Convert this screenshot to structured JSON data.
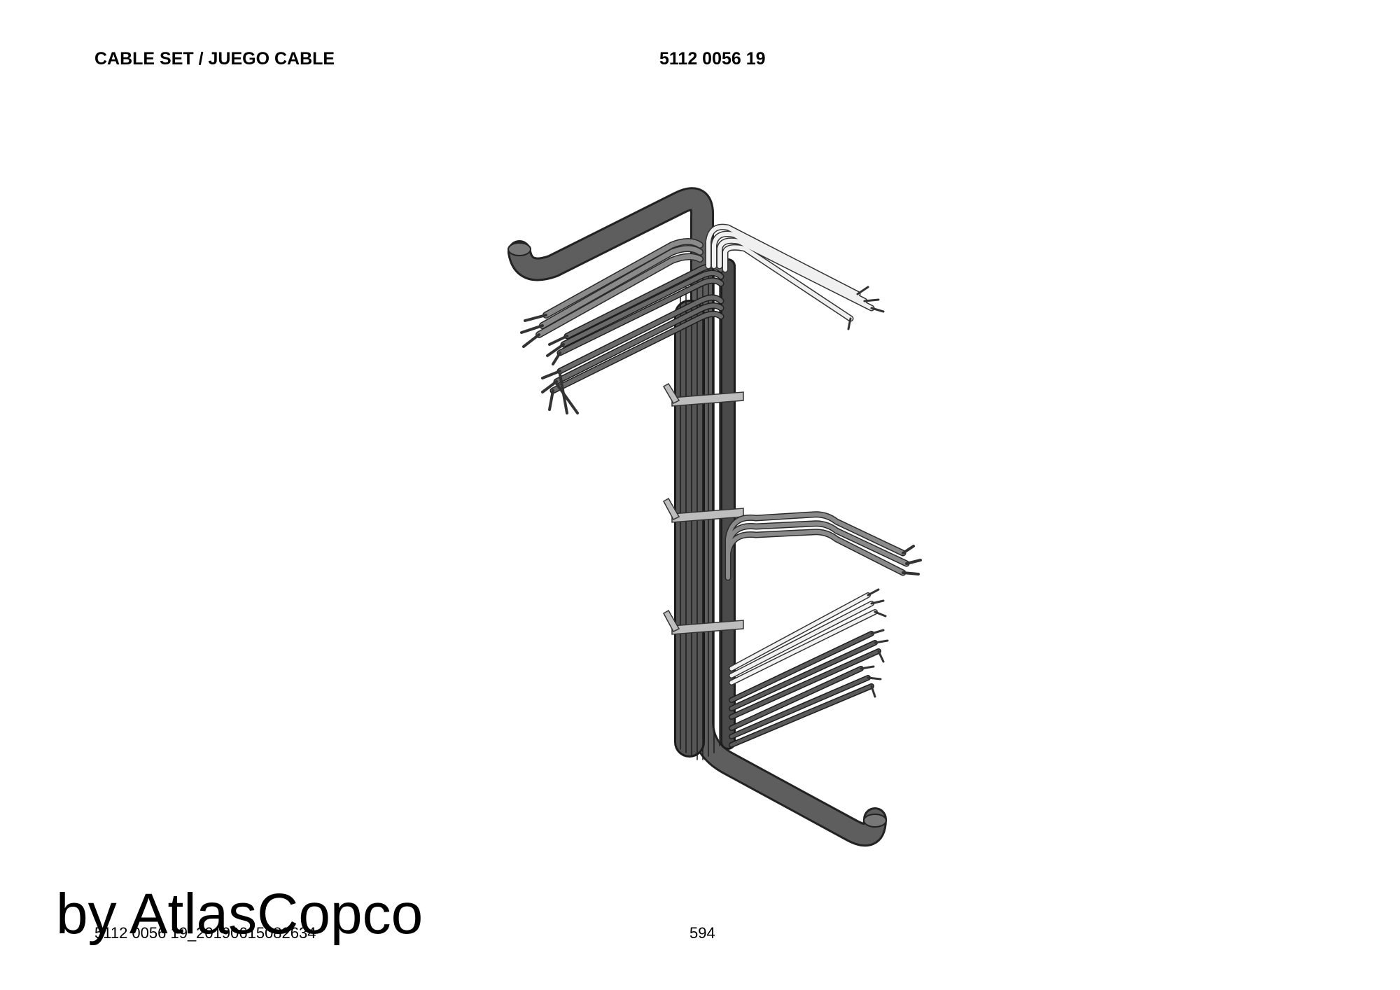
{
  "header": {
    "title": "CABLE SET / JUEGO CABLE",
    "part_number": "5112 0056 19"
  },
  "footer": {
    "file_reference": "5112 0056 19_20190615082634",
    "page_number": "594",
    "watermark": "by AtlasCopco"
  }
}
